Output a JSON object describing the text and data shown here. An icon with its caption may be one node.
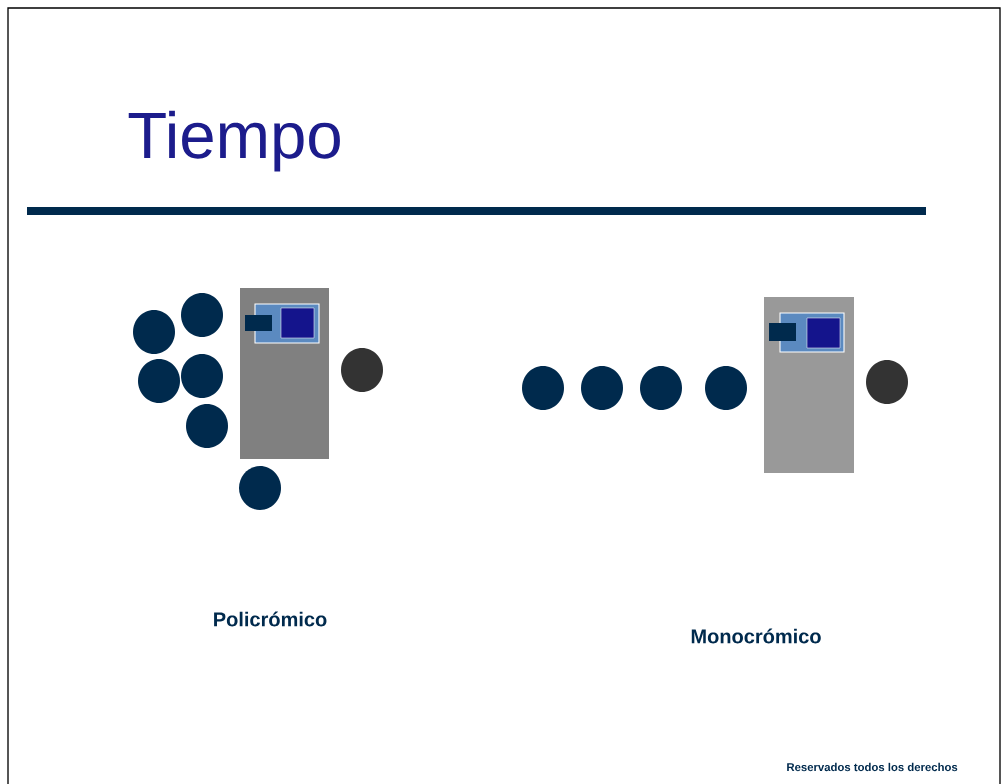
{
  "diagram": {
    "title": "Tiempo",
    "labels": [
      "Policrómico",
      "Monocrómico",
      "Reservados todos los derechos"
    ]
  }
}
